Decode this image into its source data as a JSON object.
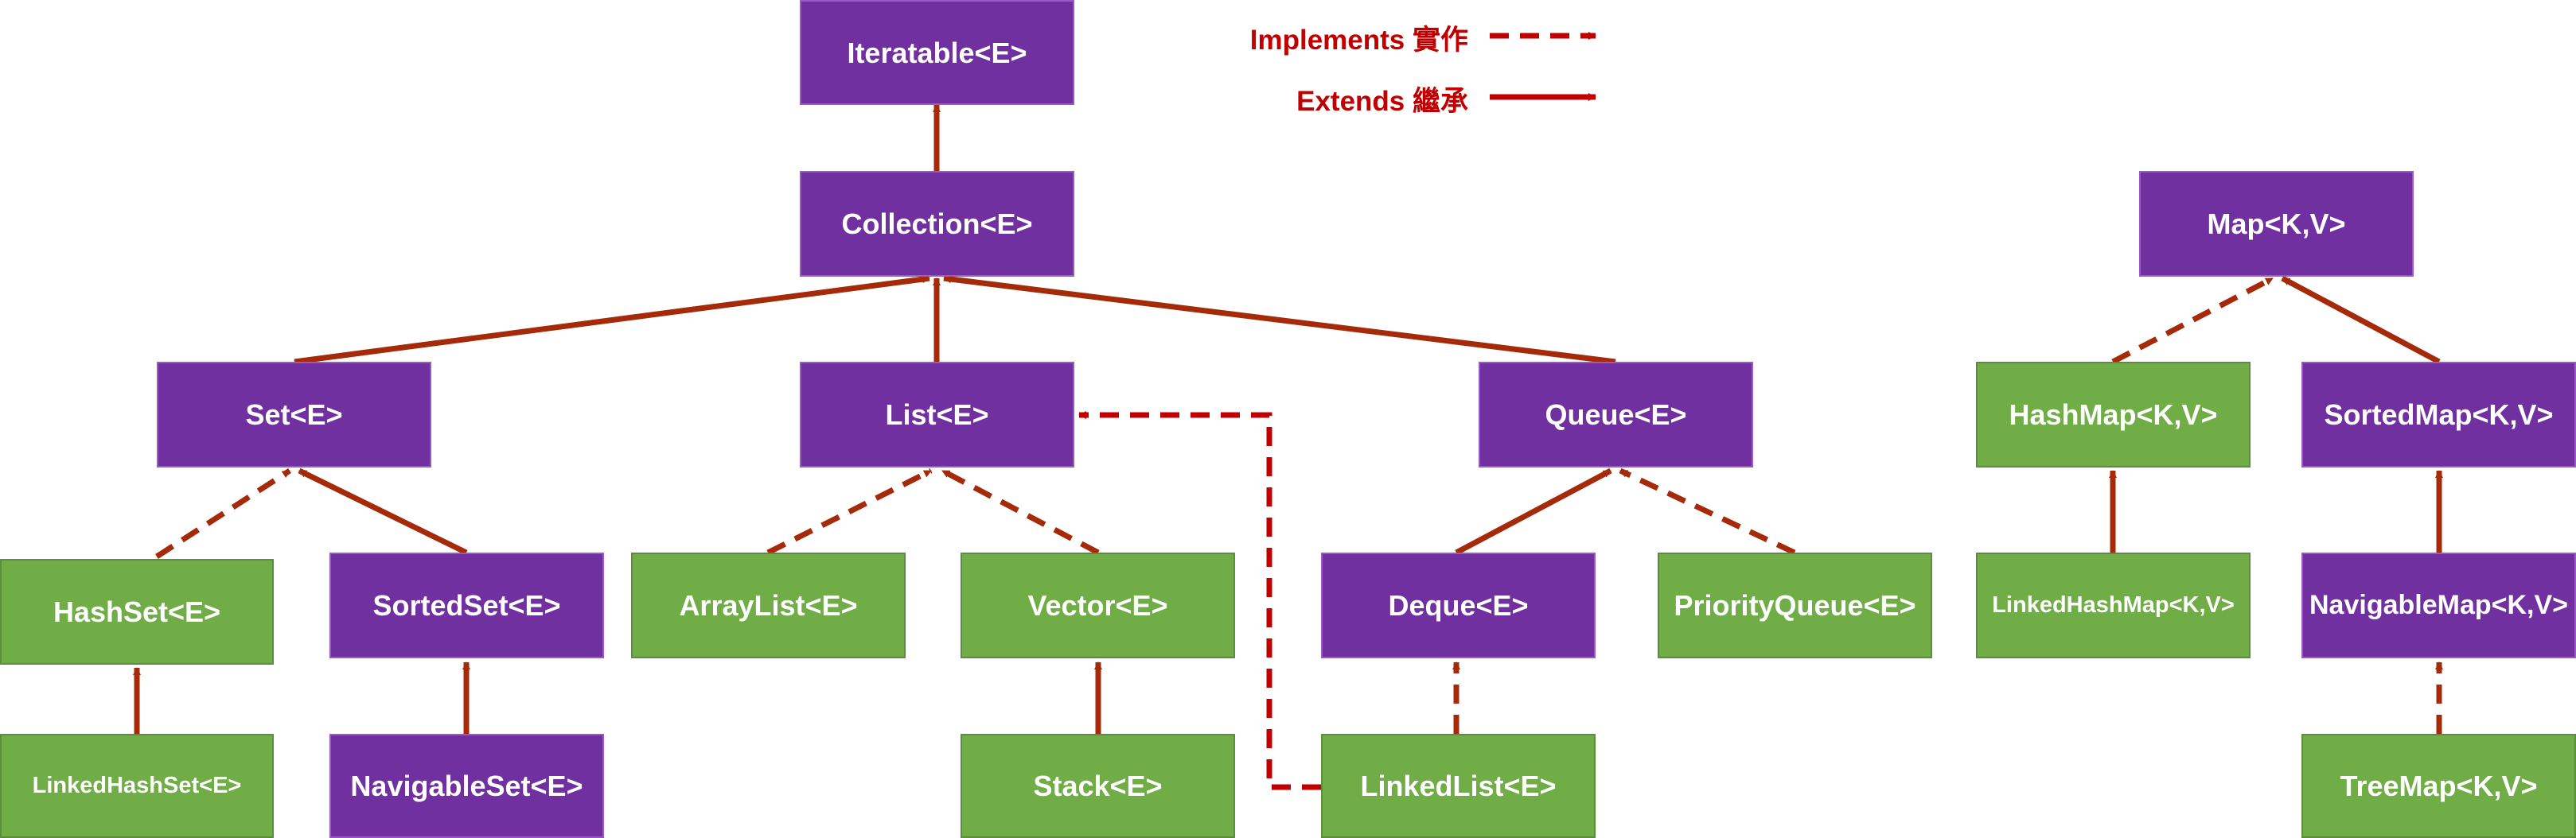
{
  "legend": {
    "implements_label": "Implements 實作",
    "extends_label": "Extends 繼承"
  },
  "colors": {
    "interface_fill": "#7030a0",
    "class_fill": "#70ad47",
    "edge": "#a52a0a",
    "legend_text": "#c00000"
  },
  "nodes": {
    "iterable": "Iteratable<E>",
    "collection": "Collection<E>",
    "set": "Set<E>",
    "list": "List<E>",
    "queue": "Queue<E>",
    "hashset": "HashSet<E>",
    "sortedset": "SortedSet<E>",
    "arraylist": "ArrayList<E>",
    "vector": "Vector<E>",
    "deque": "Deque<E>",
    "priorityqueue": "PriorityQueue<E>",
    "linkedhashset": "LinkedHashSet<E>",
    "navigableset": "NavigableSet<E>",
    "stack": "Stack<E>",
    "linkedlist": "LinkedList<E>",
    "map": "Map<K,V>",
    "hashmap": "HashMap<K,V>",
    "sortedmap": "SortedMap<K,V>",
    "linkedhashmap": "LinkedHashMap<K,V>",
    "navigablemap": "NavigableMap<K,V>",
    "treemap": "TreeMap<K,V>"
  }
}
